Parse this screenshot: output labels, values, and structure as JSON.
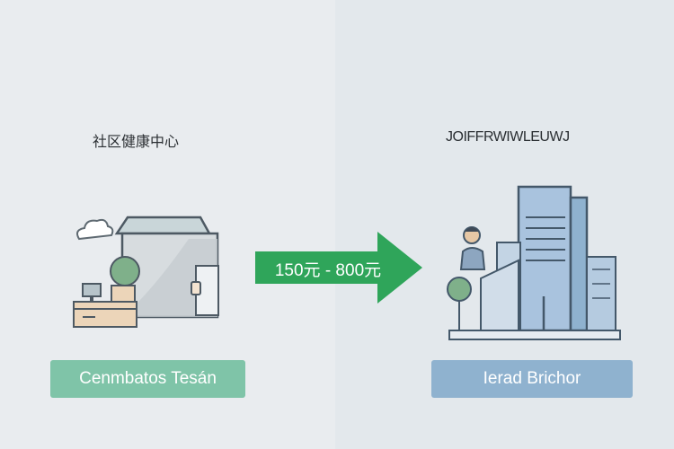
{
  "left": {
    "title": "社区健康中心",
    "badge": "Cenmbatos Tesán",
    "badge_color": "#7fc4a8"
  },
  "right": {
    "title": "JOIFFRWIWLEUWJ",
    "badge": "Ierad Brichor",
    "badge_color": "#8fb2cf"
  },
  "arrow": {
    "label": "150元 - 800元",
    "color": "#2fa55a"
  },
  "icons": [
    "cloud-icon",
    "clinic-building-icon",
    "desk-icon",
    "computer-icon",
    "tree-icon",
    "person-icon",
    "office-tower-icon"
  ]
}
